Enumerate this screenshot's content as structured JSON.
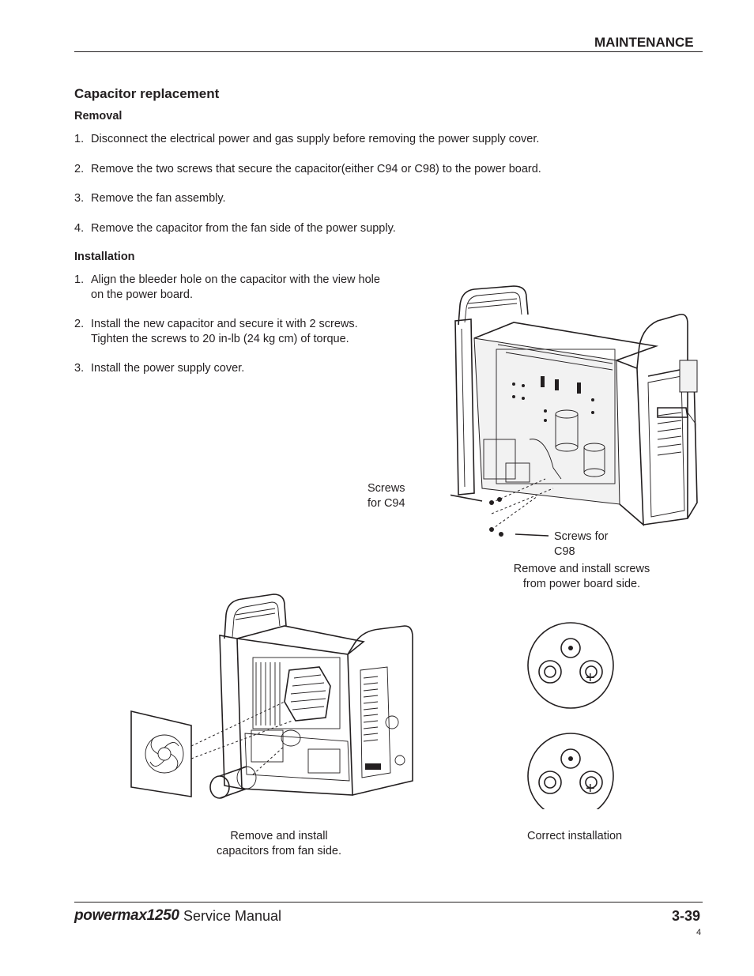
{
  "header": {
    "section": "MAINTENANCE"
  },
  "title": "Capacitor replacement",
  "removal": {
    "heading": "Removal",
    "steps": [
      {
        "num": "1.",
        "text": "Disconnect the electrical power and gas supply before removing the power supply cover."
      },
      {
        "num": "2.",
        "text": "Remove the two screws that secure the capacitor(either C94 or C98) to the power board."
      },
      {
        "num": "3.",
        "text": "Remove the fan assembly."
      },
      {
        "num": "4.",
        "text": "Remove the capacitor from the fan side of the power supply."
      }
    ]
  },
  "installation": {
    "heading": "Installation",
    "steps": [
      {
        "num": "1.",
        "line1": "Align the bleeder hole on the capacitor with the view hole",
        "line2": "on the power board."
      },
      {
        "num": "2.",
        "line1": "Install the new capacitor and secure it with 2 screws.",
        "line2": "Tighten the screws to 20 in-lb (24 kg cm) of torque."
      },
      {
        "num": "3.",
        "line1": "Install the power supply cover.",
        "line2": ""
      }
    ]
  },
  "figures": {
    "top_right": {
      "screws_c94_line1": "Screws",
      "screws_c94_line2": "for C94",
      "screws_c98_line1": "Screws for",
      "screws_c98_line2": "C98",
      "caption_line1": "Remove and install screws",
      "caption_line2": "from power board side."
    },
    "bottom_left": {
      "caption_line1": "Remove and install",
      "caption_line2": "capacitors from fan side."
    },
    "bottom_right": {
      "plus_top": "+",
      "plus_bottom": "+",
      "caption": "Correct installation"
    }
  },
  "footer": {
    "brand": "powermax1250",
    "manual": "Service Manual",
    "page": "3-39",
    "page_small": "4"
  }
}
